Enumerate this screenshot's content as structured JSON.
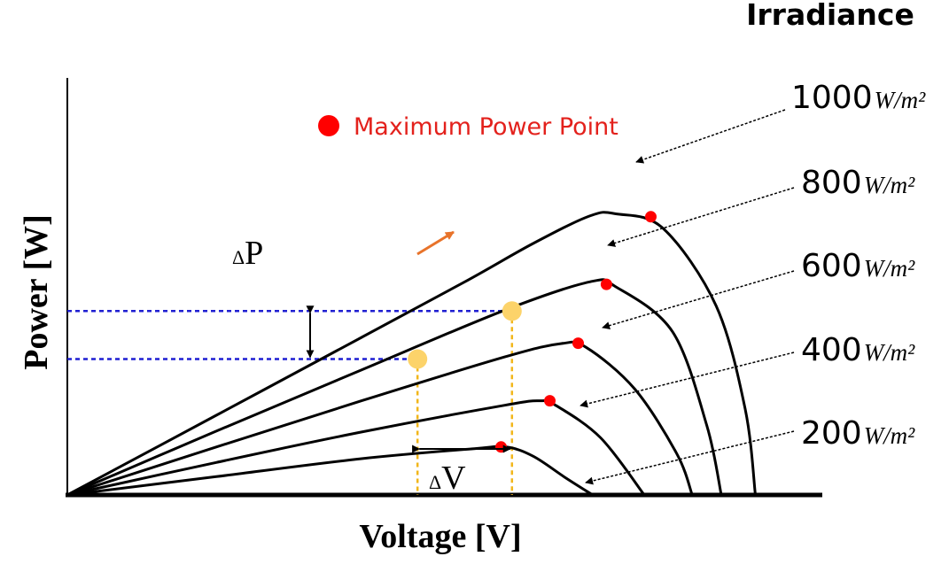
{
  "header": {
    "title": "Irradiance"
  },
  "legend": {
    "label": "Maximum Power Point",
    "marker_color": "#ff0000",
    "text_color": "#e3211c"
  },
  "axes": {
    "x_label": "Voltage [V]",
    "y_label": "Power [W]"
  },
  "annotations": {
    "delta_p_symbol": "Δ",
    "delta_p_letter": "P",
    "delta_v_symbol": "Δ",
    "delta_v_letter": "V",
    "arrow_color": "#e8732a",
    "operating_point_color": "#fcd36a",
    "hline_color": "#1f1fd2",
    "vline_color": "#f2b61a"
  },
  "chart_data": {
    "type": "line",
    "title": "",
    "xlabel": "Voltage [V]",
    "ylabel": "Power [W]",
    "xlim": [
      0,
      100
    ],
    "ylim": [
      0,
      100
    ],
    "grid": false,
    "legend_position": "top-center",
    "series": [
      {
        "name": "1000",
        "unit": "W/m²",
        "points": [
          [
            0,
            0
          ],
          [
            20.5,
            19.1
          ],
          [
            40.5,
            37.8
          ],
          [
            54.7,
            51.1
          ],
          [
            64.1,
            60.3
          ],
          [
            71.9,
            66.9
          ],
          [
            75.5,
            67.4
          ],
          [
            82.0,
            63.9
          ],
          [
            89.3,
            45.3
          ],
          [
            93.3,
            20.5
          ],
          [
            94.7,
            0
          ]
        ],
        "mpp": [
          80.3,
          66.7
        ]
      },
      {
        "name": "800",
        "unit": "W/m²",
        "points": [
          [
            0,
            0
          ],
          [
            20.5,
            15.3
          ],
          [
            40.5,
            30.0
          ],
          [
            60.2,
            44.3
          ],
          [
            71.9,
            51.1
          ],
          [
            75.5,
            49.9
          ],
          [
            83.3,
            39.1
          ],
          [
            88.0,
            16.7
          ],
          [
            90.0,
            0
          ]
        ],
        "mpp": [
          74.2,
          50.5
        ]
      },
      {
        "name": "600",
        "unit": "W/m²",
        "points": [
          [
            0,
            0
          ],
          [
            20.5,
            11.5
          ],
          [
            40.5,
            22.6
          ],
          [
            60.2,
            33.1
          ],
          [
            68.0,
            36.3
          ],
          [
            71.4,
            35.4
          ],
          [
            78.1,
            25.4
          ],
          [
            83.9,
            9.8
          ],
          [
            86.0,
            0
          ]
        ],
        "mpp": [
          70.3,
          36.4
        ]
      },
      {
        "name": "400",
        "unit": "W/m²",
        "points": [
          [
            0,
            0
          ],
          [
            20.5,
            7.8
          ],
          [
            40.5,
            15.1
          ],
          [
            60.2,
            21.5
          ],
          [
            65.1,
            22.6
          ],
          [
            67.2,
            21.5
          ],
          [
            73.4,
            13.7
          ],
          [
            79.4,
            0
          ]
        ],
        "mpp": [
          66.4,
          22.6
        ]
      },
      {
        "name": "200",
        "unit": "W/m²",
        "points": [
          [
            0,
            0
          ],
          [
            20.5,
            4.4
          ],
          [
            40.5,
            8.7
          ],
          [
            56.0,
            11.1
          ],
          [
            60.4,
            11.5
          ],
          [
            64.1,
            9.3
          ],
          [
            68.5,
            4.2
          ],
          [
            72.3,
            0
          ]
        ],
        "mpp": [
          59.7,
          11.5
        ]
      }
    ],
    "operating_points": [
      [
        48.2,
        32.6
      ],
      [
        61.2,
        44.1
      ]
    ],
    "delta_p": [
      32.6,
      44.1
    ],
    "delta_v": [
      48.2,
      61.2
    ]
  }
}
